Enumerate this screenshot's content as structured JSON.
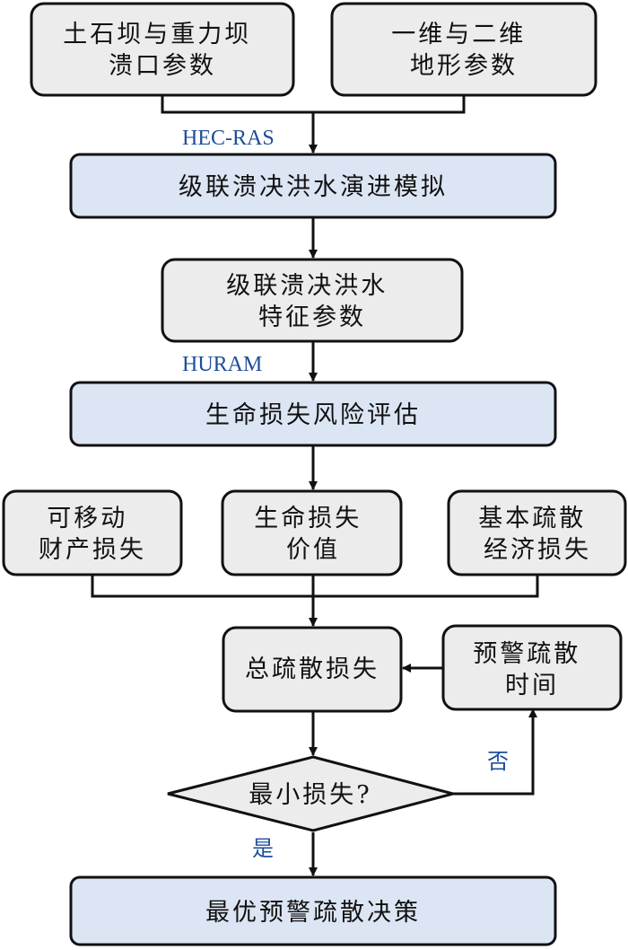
{
  "colors": {
    "gray_fill": "#ececec",
    "blue_fill": "#dce5f4",
    "stroke": "#111111",
    "edge_label": "#1e4d9c"
  },
  "nodes": {
    "dam_breach_params": [
      "土石坝与重力坝",
      "溃口参数"
    ],
    "terrain_params": [
      "一维与二维",
      "地形参数"
    ],
    "flood_routing": [
      "级联溃决洪水演进模拟"
    ],
    "flood_characteristics": [
      "级联溃决洪水",
      "特征参数"
    ],
    "life_loss_risk": [
      "生命损失风险评估"
    ],
    "movable_property_loss": [
      "可移动",
      "财产损失"
    ],
    "life_loss_value": [
      "生命损失",
      "价值"
    ],
    "basic_evacuation_cost": [
      "基本疏散",
      "经济损失"
    ],
    "total_evacuation_loss": [
      "总疏散损失"
    ],
    "warning_time": [
      "预警疏散",
      "时间"
    ],
    "min_loss_decision": [
      "最小损失?"
    ],
    "optimal_decision": [
      "最优预警疏散决策"
    ]
  },
  "edge_labels": {
    "hec_ras": "HEC-RAS",
    "huram": "HURAM",
    "no": "否",
    "yes": "是"
  }
}
